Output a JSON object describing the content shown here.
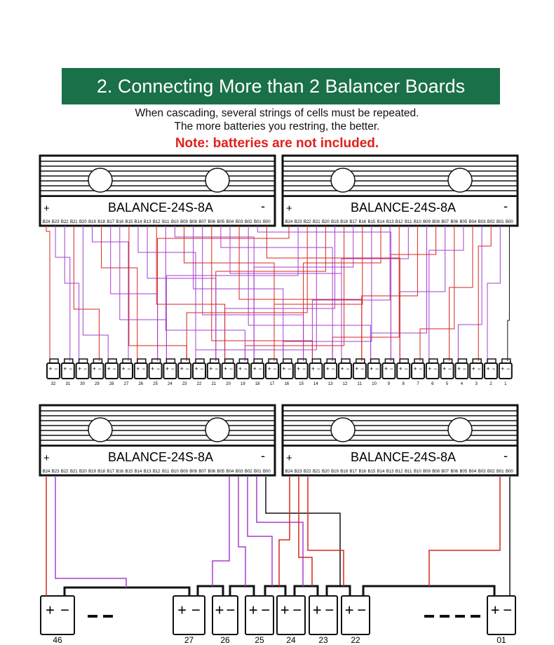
{
  "title": "2. Connecting More than 2 Balancer Boards",
  "subtitle_line1": "When cascading, several strings of cells must be repeated.",
  "subtitle_line2": "The more batteries you restring, the better.",
  "note": "Note: batteries are not included.",
  "board": {
    "label": "BALANCE-24S-8A",
    "plus": "+",
    "minus": "-",
    "pins": [
      "B24",
      "B23",
      "B22",
      "B21",
      "B20",
      "B19",
      "B18",
      "B17",
      "B16",
      "B15",
      "B14",
      "B13",
      "B12",
      "B11",
      "B10",
      "B09",
      "B08",
      "B07",
      "B06",
      "B05",
      "B04",
      "B03",
      "B02",
      "B01",
      "B00"
    ]
  },
  "cells": [
    "32",
    "31",
    "30",
    "29",
    "28",
    "27",
    "26",
    "25",
    "24",
    "23",
    "22",
    "21",
    "20",
    "19",
    "18",
    "17",
    "16",
    "15",
    "14",
    "13",
    "12",
    "11",
    "10",
    "9",
    "8",
    "7",
    "6",
    "5",
    "4",
    "3",
    "2",
    "1"
  ],
  "batteries": [
    "46",
    "27",
    "26",
    "25",
    "24",
    "23",
    "22",
    "01"
  ],
  "colors": {
    "red": "#d9261c",
    "purple": "#a53fd0",
    "green": "#1a7048",
    "black": "#111111"
  }
}
